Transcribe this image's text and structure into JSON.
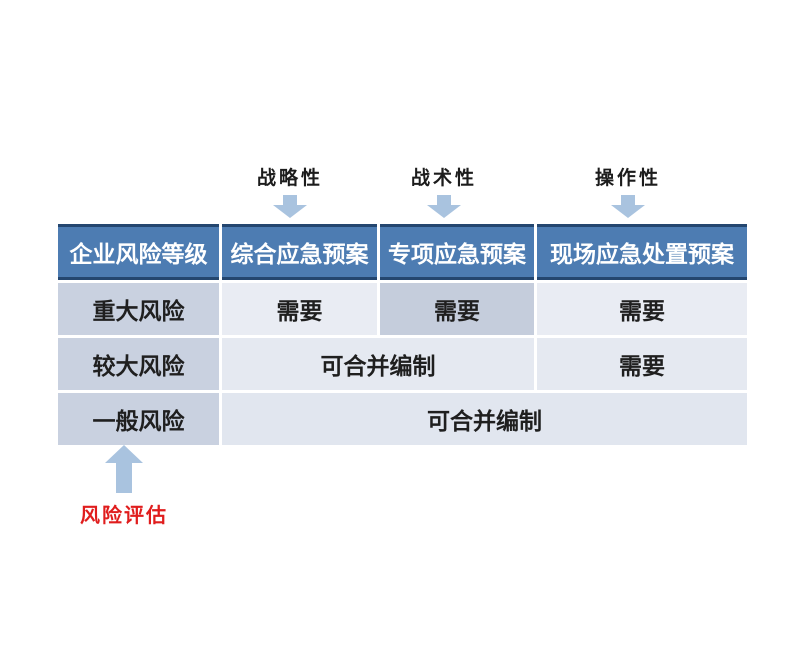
{
  "colors": {
    "header_bg": "#4d7cb2",
    "header_border": "#24466f",
    "row_header_bg": "#c9d1e0",
    "cell_bg": "#e9ecf3",
    "cell_bg_row2": "#e5e9f1",
    "cell_bg_row3": "#e1e6ef",
    "cell_bg_highlight": "#c5cddc",
    "arrow": "#a9c3df",
    "label_red": "#e01d1d",
    "text": "#1f1f1f"
  },
  "pointers": {
    "strategic": "战略性",
    "tactical": "战术性",
    "operational": "操作性"
  },
  "table": {
    "headers": [
      "企业风险等级",
      "综合应急预案",
      "专项应急预案",
      "现场应急处置预案"
    ],
    "rows": [
      {
        "cells": [
          {
            "text": "重大风险"
          },
          {
            "text": "需要"
          },
          {
            "text": "需要"
          },
          {
            "text": "需要"
          }
        ]
      },
      {
        "cells": [
          {
            "text": "较大风险"
          },
          {
            "text": "可合并编制"
          },
          {
            "text": "需要"
          }
        ]
      },
      {
        "cells": [
          {
            "text": "一般风险"
          },
          {
            "text": "可合并编制"
          }
        ]
      }
    ]
  },
  "footer": {
    "risk_assessment_label": "风险评估"
  }
}
